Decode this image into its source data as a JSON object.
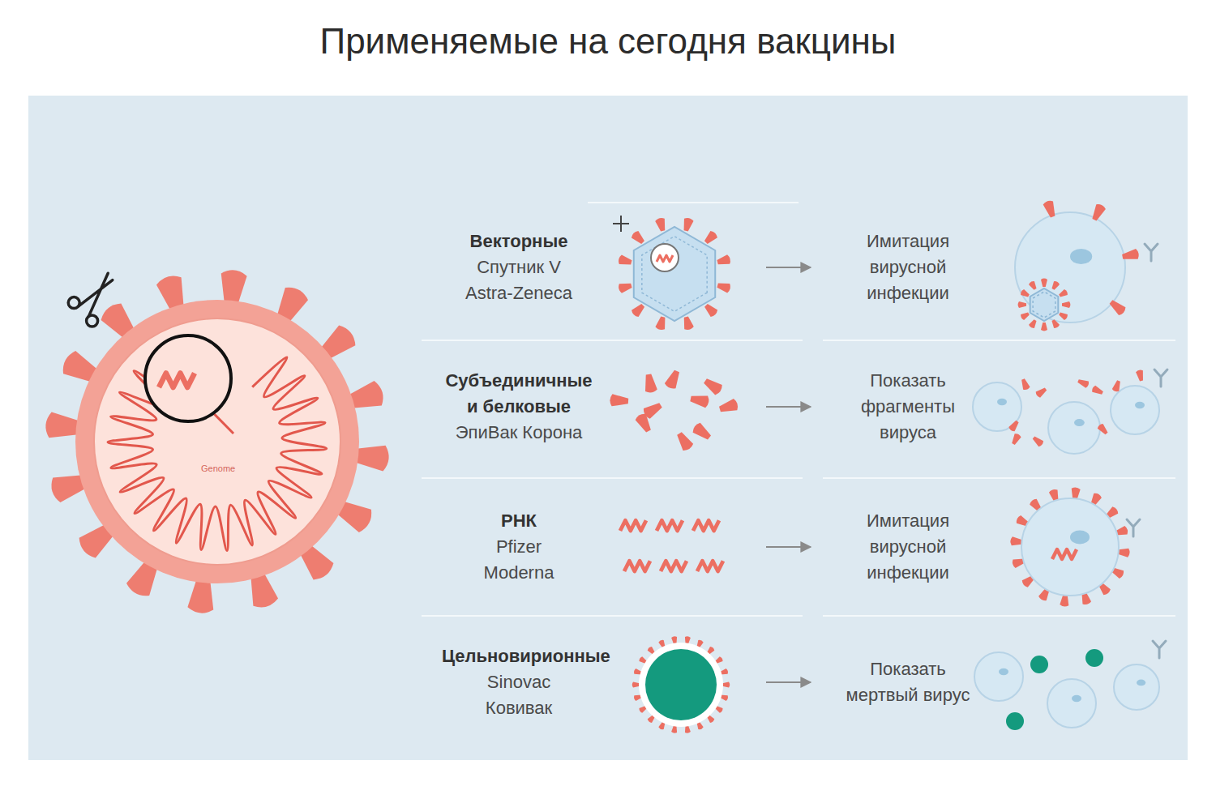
{
  "diagram": {
    "title": "Применяемые на сегодня вакцины",
    "nodes": [
      {
        "text": [
          "Векторные",
          "Спутник V",
          "Astra-Zeneca"
        ]
      },
      {
        "text": [
          "Имитация вирусной инфекции"
        ]
      },
      {
        "text": [
          "Субъединичные и белковые",
          "ЭпиВак Корона"
        ]
      },
      {
        "text": [
          "Показать фрагменты вируса"
        ]
      },
      {
        "text": [
          "РНК",
          "Pfizer",
          "Moderna"
        ]
      },
      {
        "text": [
          "Имитация вирусной инфекции"
        ]
      },
      {
        "text": [
          "Цельновирионные",
          "Sinovac",
          "Ковивак"
        ]
      },
      {
        "text": [
          "Показать мертвый вирус"
        ]
      }
    ],
    "edges": [
      {
        "from": 0,
        "to": 1,
        "arrow": "to"
      },
      {
        "from": 2,
        "to": 3,
        "arrow": "to"
      },
      {
        "from": 4,
        "to": 5,
        "arrow": "to"
      },
      {
        "from": 6,
        "to": 7,
        "arrow": "to"
      }
    ],
    "labels": [
      "Genome"
    ]
  }
}
